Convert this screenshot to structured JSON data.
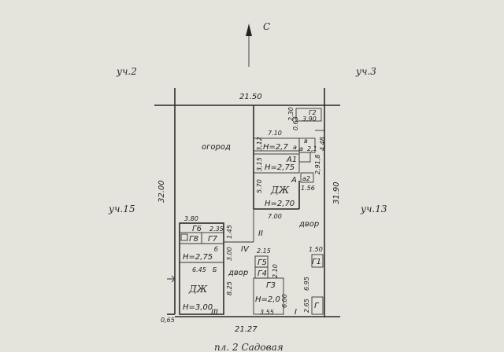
{
  "colors": {
    "paper": "#e4e3dc",
    "ink": "#2b2b2b"
  },
  "north": {
    "label": "С"
  },
  "neighbors": {
    "nw": "уч.2",
    "ne": "уч.3",
    "w": "уч.15",
    "e": "уч.13"
  },
  "dims": {
    "top": "21.50",
    "bottom": "21.27",
    "left": "32.00",
    "right": "31.90",
    "offset": "0,65"
  },
  "areas": {
    "garden": "огород",
    "yard1": "двор",
    "yard2": "двор"
  },
  "sectors": {
    "ii": "II",
    "iii": "III",
    "iv": "IV",
    "i": "I"
  },
  "house_a": {
    "name": "ДЖ",
    "height": "Н=2,70",
    "letter": "А",
    "dims": {
      "w": "7.00",
      "h": "5.70",
      "d1": "1.56"
    }
  },
  "house_b": {
    "name": "ДЖ",
    "height": "Н=3,00",
    "letter": "Б",
    "dims": {
      "w": "6.45",
      "h": "8.25"
    }
  },
  "annex_a1": {
    "name": "А1",
    "height": "Н=2,75",
    "dim": "3,15"
  },
  "annex_a": {
    "letter": "а",
    "height": "Н=2,7",
    "dim_top": "7.10",
    "dim_side": "3,12",
    "ab": "а",
    "b": "в"
  },
  "annex_a2": {
    "name": "а2",
    "dim": "2,1"
  },
  "annex_b": {
    "letter": "б",
    "height": "Н=2,75"
  },
  "annex_g2": {
    "name": "Г2",
    "w": "3.90",
    "h": "2.30",
    "side": "0.63"
  },
  "outbuildings": {
    "g6": {
      "name": "Г6",
      "w": "3.80"
    },
    "g7": {
      "name": "Г7",
      "w": "2.35"
    },
    "g8": {
      "name": "Г8"
    },
    "g5": {
      "name": "Г5"
    },
    "g4": {
      "name": "Г4"
    },
    "g3": {
      "name": "Г3",
      "height": "Н=2,0"
    },
    "g1": {
      "name": "Г1",
      "w": "1.50"
    },
    "g": {
      "name": "Г"
    }
  },
  "misc_dims": {
    "d_145": "1.45",
    "d_300": "3.00",
    "d_215": "2.15",
    "d_210": "2.10",
    "d_600": "6.00",
    "d_355": "3.55",
    "d_265": "2.65",
    "d_695": "6.95",
    "d_2918": "2,91,8",
    "d_448": "4,48"
  },
  "caption": "пл. 2 Садовая"
}
